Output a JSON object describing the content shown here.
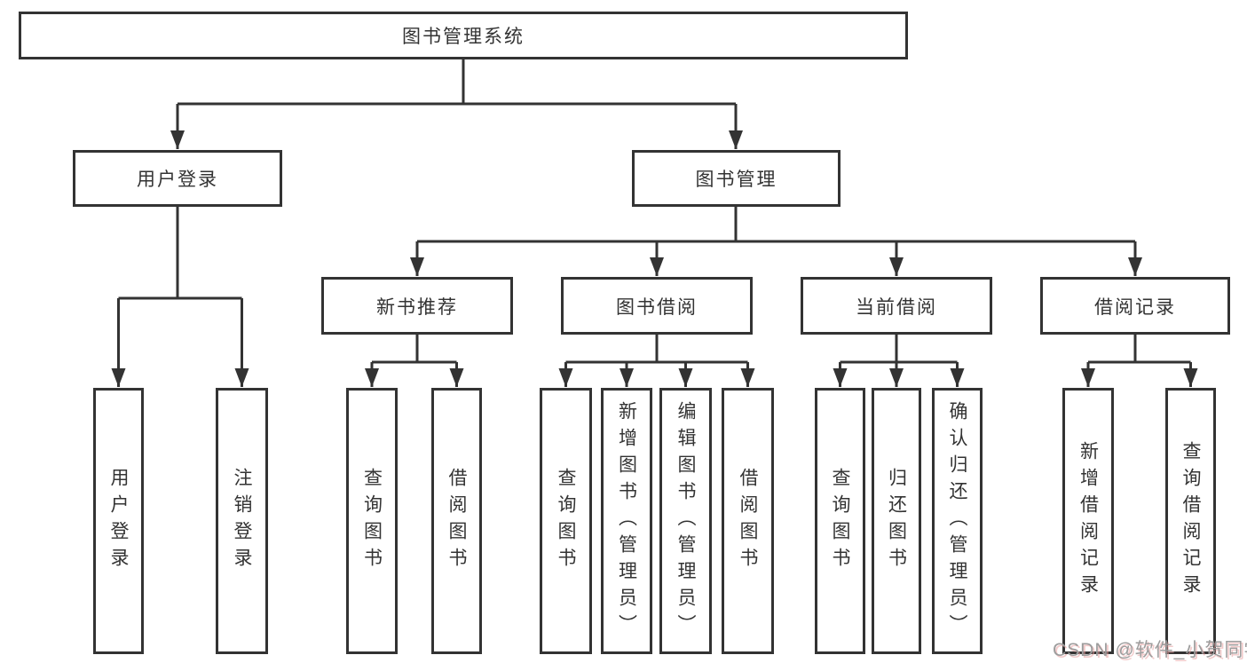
{
  "diagram": {
    "title": "图书管理系统",
    "branches": [
      {
        "label": "用户登录",
        "children": [
          "用户登录",
          "注销登录"
        ]
      },
      {
        "label": "图书管理",
        "groups": [
          {
            "label": "新书推荐",
            "children": [
              "查询图书",
              "借阅图书"
            ]
          },
          {
            "label": "图书借阅",
            "children": [
              "查询图书",
              "新增图书（管理员）",
              "编辑图书（管理员）",
              "借阅图书"
            ]
          },
          {
            "label": "当前借阅",
            "children": [
              "查询图书",
              "归还图书",
              "确认归还（管理员）"
            ]
          },
          {
            "label": "借阅记录",
            "children": [
              "新增借阅记录",
              "查询借阅记录"
            ]
          }
        ]
      }
    ]
  },
  "watermark": "CSDN @软件_小贺同学",
  "colors": {
    "line": "#333333",
    "text": "#333333",
    "background": "#ffffff",
    "watermark_gray": "#9c9c9c",
    "watermark_red": "#e79e9e"
  }
}
